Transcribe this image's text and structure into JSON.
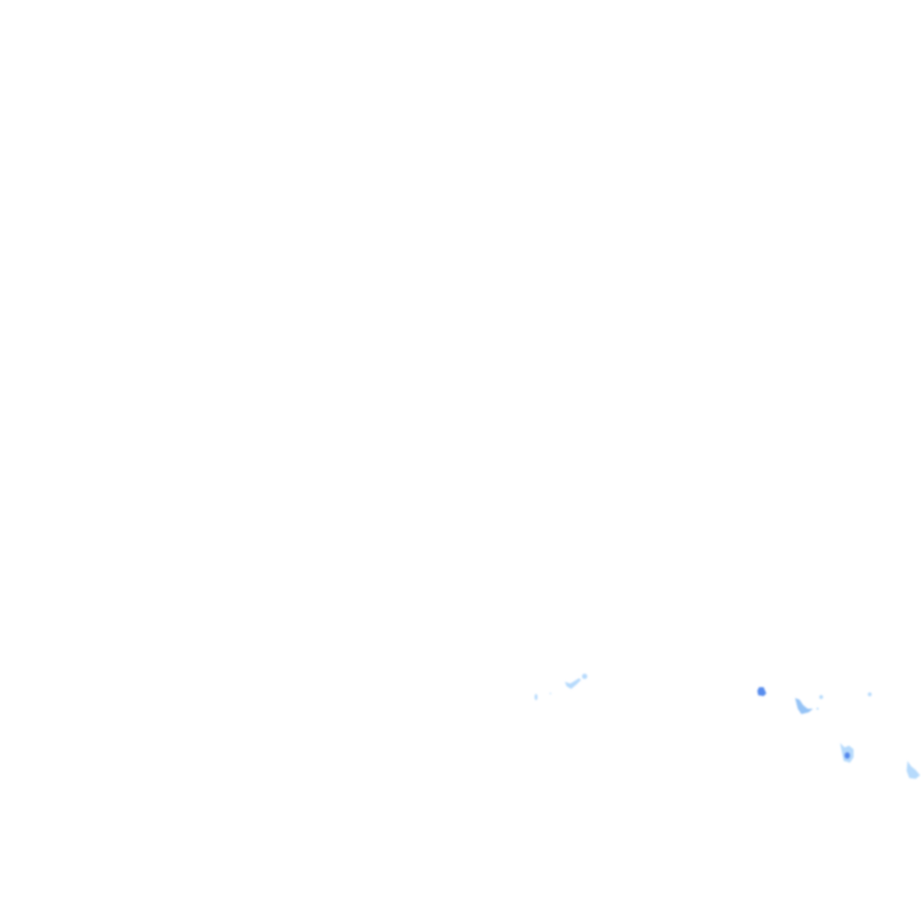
{
  "map": {
    "kind": "precipitation-radar-overlay",
    "background_color": "#ffffff",
    "palette": {
      "light": "#a9d4fb",
      "medium": "#82b8f4",
      "strong": "#4f86ec"
    },
    "echoes": [
      {
        "intensity": "light"
      },
      {
        "intensity": "light"
      },
      {
        "intensity": "light"
      },
      {
        "intensity": "light"
      },
      {
        "intensity": "strong"
      },
      {
        "intensity": "medium"
      },
      {
        "intensity": "light"
      },
      {
        "intensity": "light"
      },
      {
        "intensity": "light"
      },
      {
        "intensity": "light"
      },
      {
        "intensity": "strong"
      },
      {
        "intensity": "light"
      }
    ]
  }
}
